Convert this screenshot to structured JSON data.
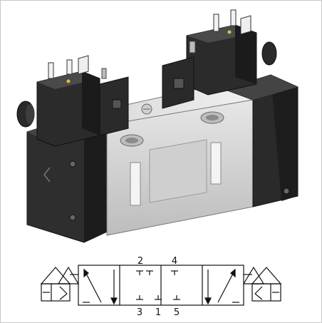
{
  "ports": {
    "top": [
      "2",
      "4"
    ],
    "bottom": [
      "3",
      "1",
      "5"
    ]
  },
  "colors": {
    "body_dark": "#2b2b2b",
    "body_mid": "#3a3a3a",
    "body_light_face": "#4a4a4a",
    "aluminum": "#d4d4d4",
    "aluminum_dark": "#a9a9a9",
    "line": "#111111"
  }
}
